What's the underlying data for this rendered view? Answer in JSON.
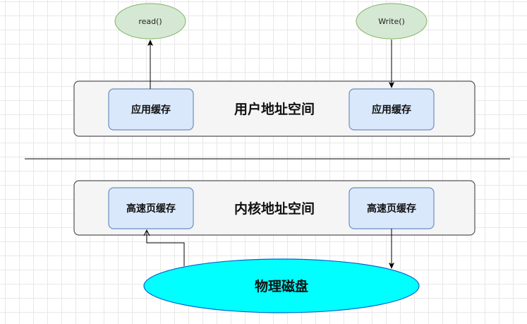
{
  "nodes": {
    "read_call": "read()",
    "write_call": "Write()",
    "user_space": {
      "title": "用户地址空间",
      "left_cache": "应用缓存",
      "right_cache": "应用缓存"
    },
    "kernel_space": {
      "title": "内核地址空间",
      "left_cache": "高速页缓存",
      "right_cache": "高速页缓存"
    },
    "disk": "物理磁盘"
  },
  "colors": {
    "oval_fill": "#d5e8d4",
    "oval_stroke": "#82b366",
    "cache_fill": "#dae8fc",
    "cache_stroke": "#6c8ebf",
    "space_fill": "#f5f5f5",
    "space_stroke": "#666666",
    "disk_fill": "#00ffff",
    "disk_stroke": "#0066cc"
  }
}
